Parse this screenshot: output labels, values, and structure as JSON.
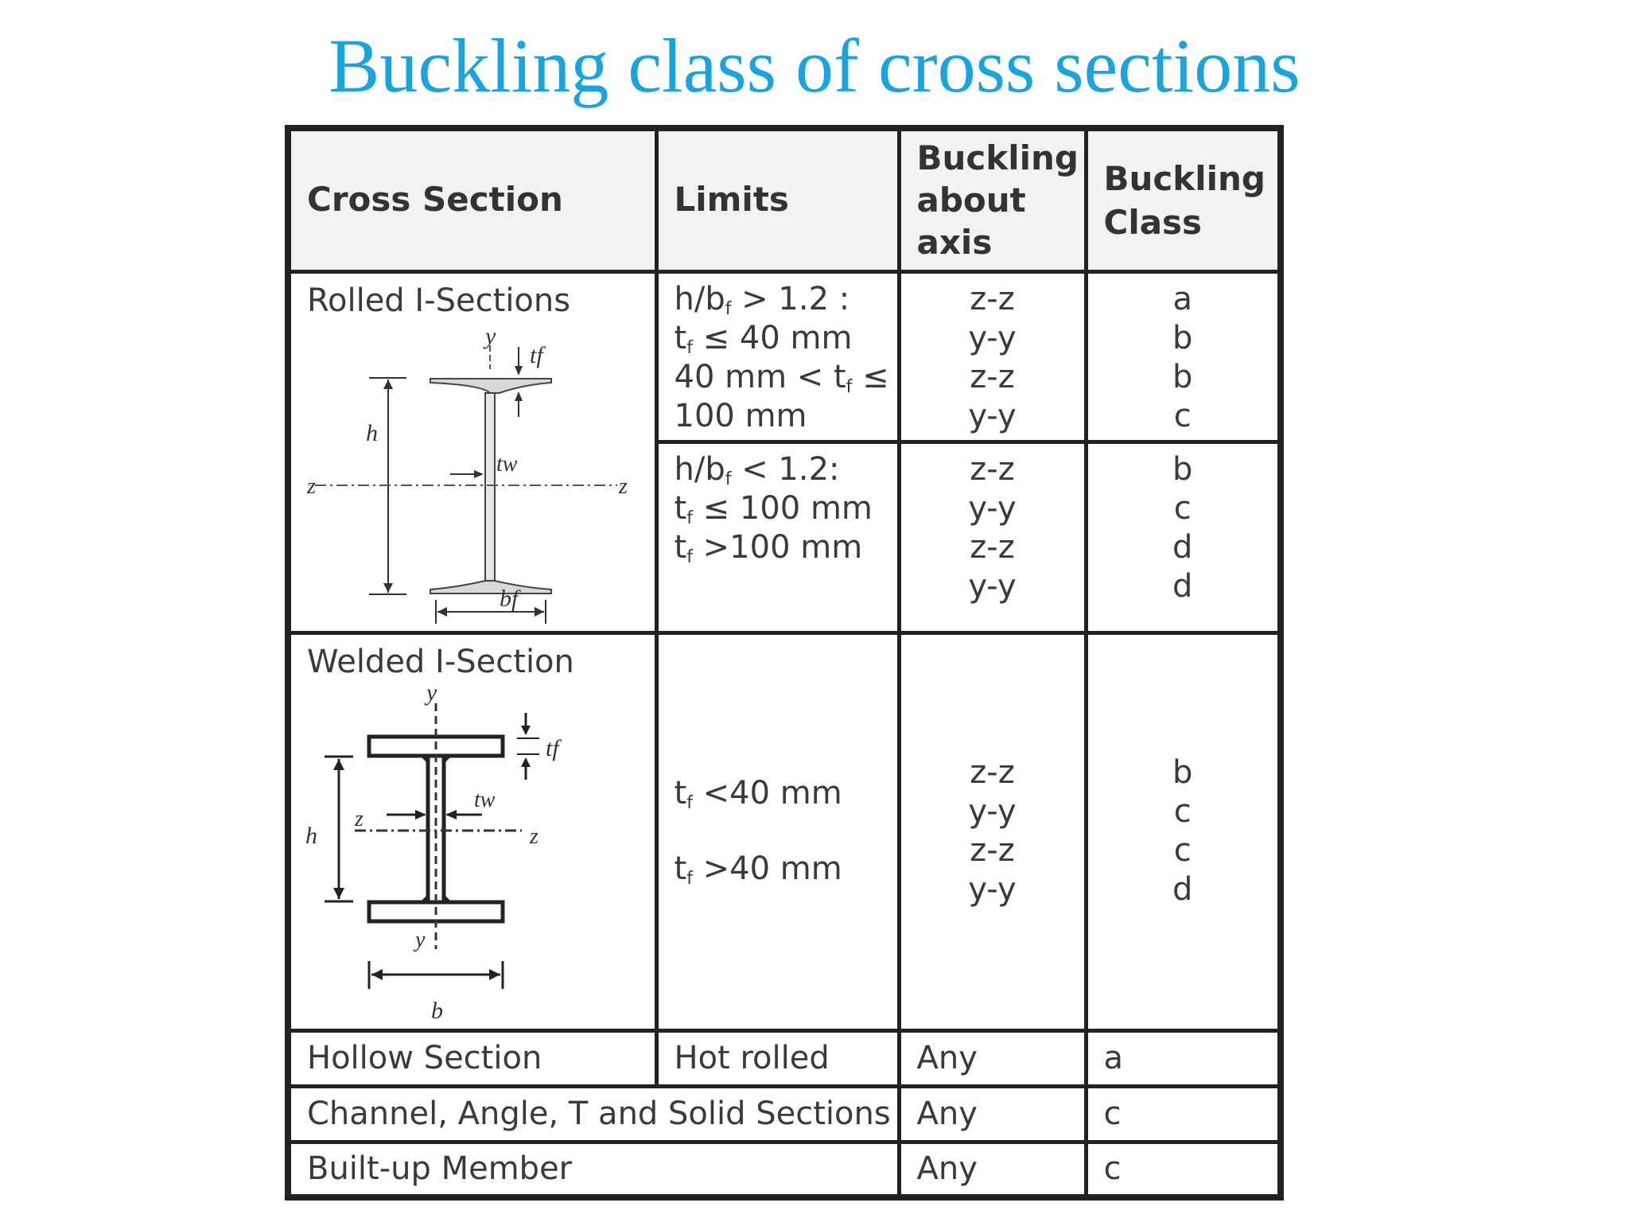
{
  "title": "Buckling class of cross sections",
  "table": {
    "headers": {
      "cross_section": "Cross Section",
      "limits": "Limits",
      "buckling_axis_l1": "Buckling",
      "buckling_axis_l2": "about",
      "buckling_axis_l3": "axis",
      "buckling_class_l1": "Buckling",
      "buckling_class_l2": "Class"
    },
    "rolled": {
      "name": "Rolled I-Sections",
      "figure_labels": {
        "y": "y",
        "tf": "tf",
        "h": "h",
        "tw": "tw",
        "z_left": "z",
        "z_right": "z",
        "bf": "bf"
      },
      "group1": {
        "limit1_a": "h/b",
        "limit1_sub": "f",
        "limit1_b": " > 1.2 :",
        "limit2_a": " t",
        "limit2_sub": "f",
        "limit2_b": " ≤ 40 mm",
        "limit3_a": "40 mm < t",
        "limit3_sub": "f",
        "limit3_b": " ≤",
        "limit4": "100 mm",
        "axes": [
          "z-z",
          "y-y",
          "z-z",
          "y-y"
        ],
        "classes": [
          "a",
          "b",
          "b",
          "c"
        ]
      },
      "group2": {
        "limit1_a": "h/b",
        "limit1_sub": "f",
        "limit1_b": " < 1.2:",
        "limit2_a": "t",
        "limit2_sub": "f",
        "limit2_b": " ≤ 100 mm",
        "limit3_a": "t",
        "limit3_sub": "f",
        "limit3_b": " >100 mm",
        "axes": [
          "z-z",
          "y-y",
          "z-z",
          "y-y"
        ],
        "classes": [
          "b",
          "c",
          "d",
          "d"
        ]
      }
    },
    "welded": {
      "name": "Welded I-Section",
      "figure_labels": {
        "y_top": "y",
        "tf": "tf",
        "h": "h",
        "tw": "tw",
        "z_left": "z",
        "z_right": "z",
        "y_bottom": "y",
        "b": "b"
      },
      "limit1_a": "t",
      "limit1_sub": "f",
      "limit1_b": " <40 mm",
      "limit2_a": "t",
      "limit2_sub": "f",
      "limit2_b": " >40 mm",
      "axes": [
        "z-z",
        "y-y",
        "z-z",
        "y-y"
      ],
      "classes": [
        "b",
        "c",
        "c",
        "d"
      ]
    },
    "hollow": {
      "name": "Hollow Section",
      "limit": "Hot rolled",
      "axis": "Any",
      "class": "a"
    },
    "channel": {
      "name": "Channel, Angle, T and Solid Sections",
      "axis": "Any",
      "class": "c"
    },
    "builtup": {
      "name": "Built-up Member",
      "axis": "Any",
      "class": "c"
    }
  },
  "colors": {
    "title": "#1aa3dc",
    "border": "#222222",
    "header_bg": "#f2f2f2"
  }
}
